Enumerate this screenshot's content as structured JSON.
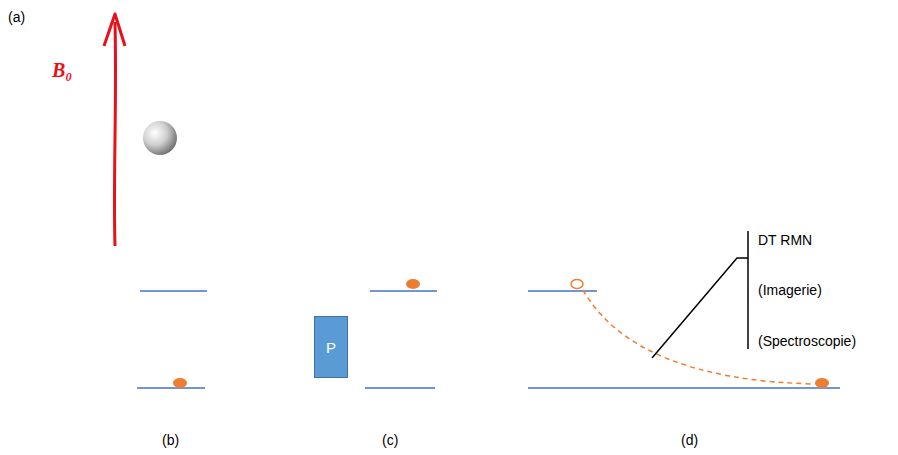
{
  "diagram": {
    "nodes": [
      {
        "text": [
          "P"
        ]
      }
    ],
    "labels": [
      "(a)",
      "B₀",
      "DT RMN",
      "(Imagerie)",
      "(Spectroscopie)",
      "(b)",
      "(c)",
      "(d)"
    ]
  }
}
